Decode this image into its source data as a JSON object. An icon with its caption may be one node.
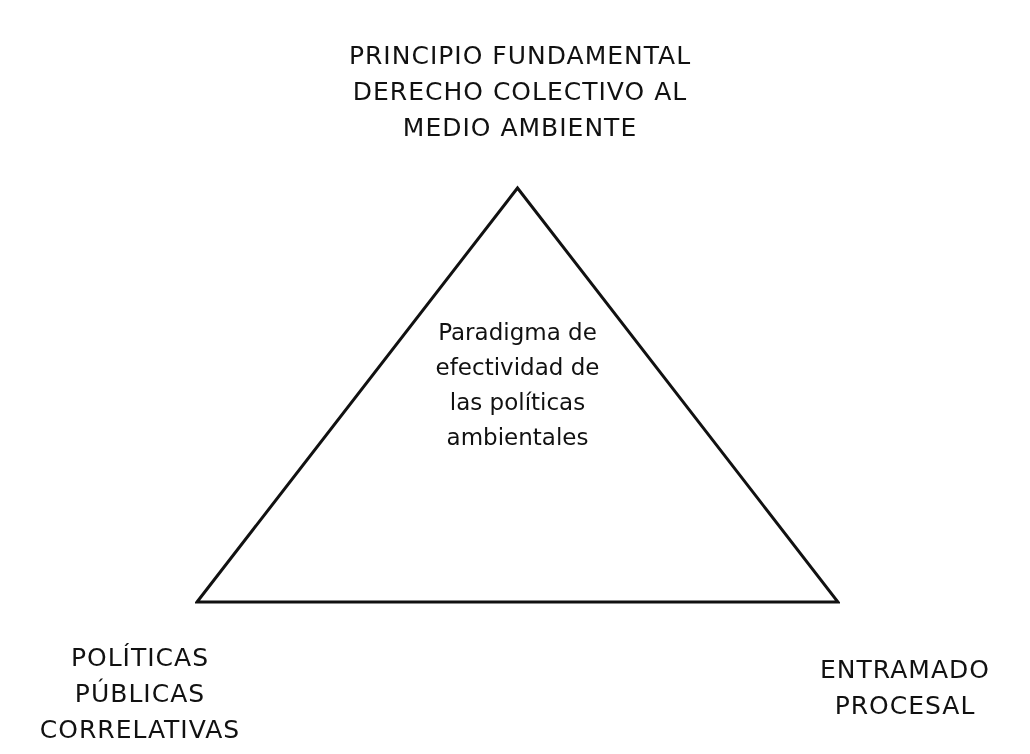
{
  "diagram": {
    "nodes": [
      {
        "text": [
          "Paradigma de efectividad de las políticas ambientales"
        ]
      }
    ],
    "labels": [
      "PRINCIPIO FUNDAMENTAL DERECHO COLECTIVO AL MEDIO AMBIENTE",
      "POLÍTICAS PÚBLICAS CORRELATIVAS",
      "ENTRAMADO PROCESAL"
    ]
  }
}
